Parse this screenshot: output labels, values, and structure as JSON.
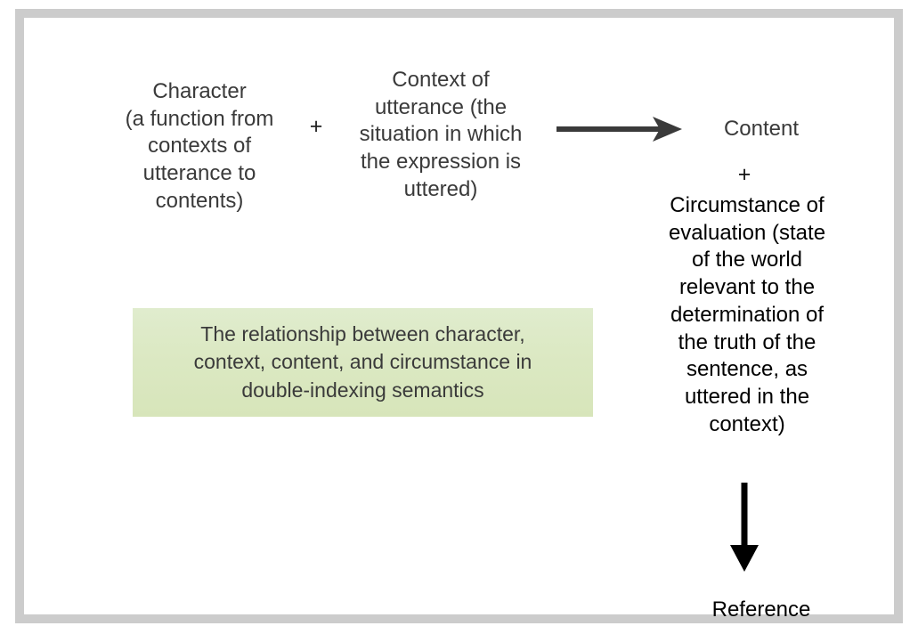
{
  "figure": {
    "frame_color": "#cccccc",
    "background": "#ffffff",
    "text_color_gray": "#3a3a3a",
    "text_color_black": "#000000",
    "caption_bg_color": "#dce9c4"
  },
  "nodes": {
    "character": "Character\n(a function from\ncontexts of\nutterance to\ncontents)",
    "plus_one": "+",
    "context": "Context of\nutterance (the\nsituation in which\nthe expression is\nuttered)",
    "content": "Content",
    "plus_two": "+",
    "circumstance": "Circumstance of\nevaluation (state\nof the world\nrelevant to the\ndetermination of\nthe truth of the\nsentence, as\nuttered in the\ncontext)",
    "reference": "Reference"
  },
  "arrows": {
    "horizontal": "arrow-right-icon",
    "vertical": "arrow-down-icon"
  },
  "caption": {
    "text": "The relationship between character,\ncontext, content, and circumstance in\ndouble-indexing semantics"
  }
}
